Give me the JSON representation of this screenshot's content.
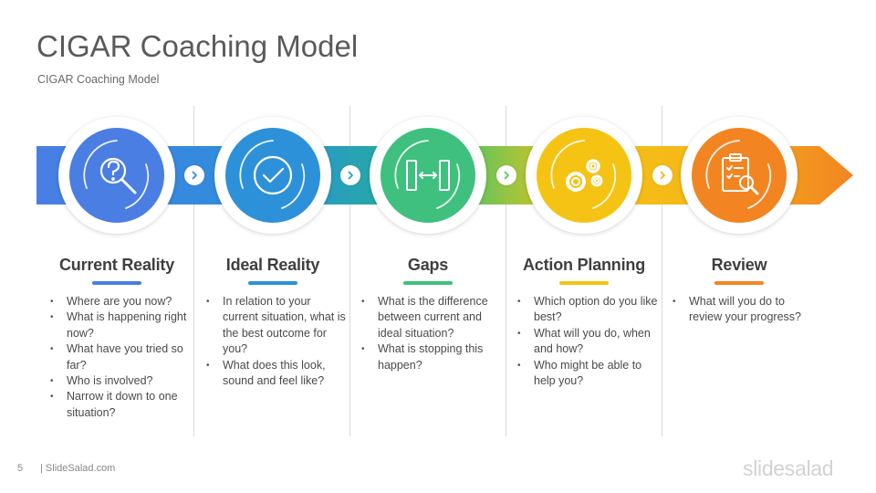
{
  "title": "CIGAR Coaching Model",
  "subtitle": "CIGAR Coaching  Model",
  "colors": {
    "blue": "#4a7ee3",
    "cyan": "#2d91d9",
    "green": "#3fc07f",
    "yellow": "#f5c313",
    "orange": "#f28522"
  },
  "steps": [
    {
      "title": "Current Reality",
      "icon": "question-magnifier-icon",
      "color": "#4a7ee3",
      "bullets": [
        "Where are you now?",
        "What is happening right now?",
        "What have you tried so far?",
        "Who is involved?",
        "Narrow it down to one situation?"
      ]
    },
    {
      "title": "Ideal Reality",
      "icon": "checkmark-icon",
      "color": "#2d91d9",
      "bullets": [
        "In relation to your current situation, what is the best outcome for you?",
        "What does this look, sound and feel like?"
      ]
    },
    {
      "title": "Gaps",
      "icon": "gap-arrows-icon",
      "color": "#3fc07f",
      "bullets": [
        "What is the difference between current and ideal situation?",
        "What is stopping this happen?"
      ]
    },
    {
      "title": "Action Planning",
      "icon": "gears-icon",
      "color": "#f5c313",
      "bullets": [
        "Which option do you like best?",
        "What will you do, when and how?",
        "Who might be able to help you?"
      ]
    },
    {
      "title": "Review",
      "icon": "clipboard-review-icon",
      "color": "#f28522",
      "bullets": [
        "What will you do to review your progress?"
      ]
    }
  ],
  "footer": {
    "page_number": "5",
    "site": "| SlideSalad.com",
    "brand": "slidesalad"
  }
}
